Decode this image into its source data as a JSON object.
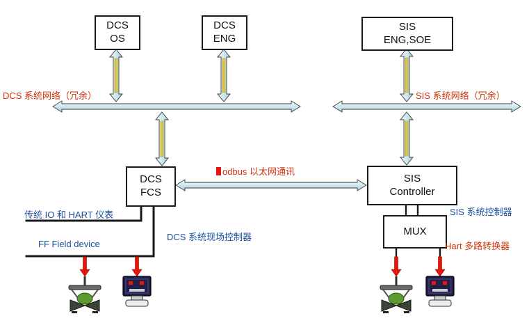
{
  "nodes": {
    "dcs_os": {
      "line1": "DCS",
      "line2": "OS"
    },
    "dcs_eng": {
      "line1": "DCS",
      "line2": "ENG"
    },
    "sis_eng_soe": {
      "line1": "SIS",
      "line2": "ENG,SOE"
    },
    "dcs_fcs": {
      "line1": "DCS",
      "line2": "FCS"
    },
    "sis_controller": {
      "line1": "SIS",
      "line2": "Controller"
    },
    "mux": {
      "line1": "MUX"
    }
  },
  "labels": {
    "dcs_network": "DCS 系统网络（冗余）",
    "sis_network": "SIS 系统网络（冗余）",
    "ethernet": "odbus 以太网通讯",
    "legacy_io": "传统 IO 和 HART 仪表",
    "ff_field_device": "FF Field device",
    "dcs_field_controller": "DCS 系统现场控制器",
    "sis_system_controller": "SIS 系统控制器",
    "hart_mux": "Hart 多路转换器"
  },
  "colors": {
    "red_label": "#d2330e",
    "blue_label": "#1d4f9e",
    "bus_fill": "#cfe9f0",
    "stripe_yellow": "#dcc648",
    "arrow_red": "#e8150a",
    "box_border": "#1a1a1a"
  }
}
